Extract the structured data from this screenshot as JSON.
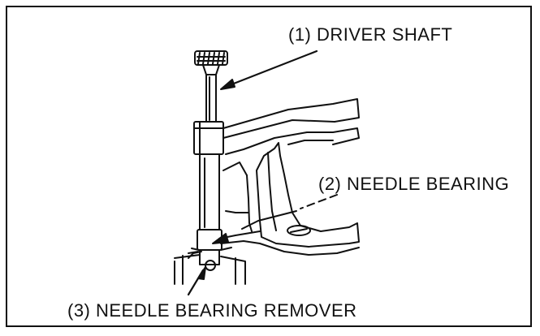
{
  "diagram": {
    "labels": {
      "driver_shaft": "(1) DRIVER SHAFT",
      "needle_bearing": "(2) NEEDLE BEARING",
      "needle_bearing_remover": "(3) NEEDLE BEARING REMOVER"
    }
  }
}
